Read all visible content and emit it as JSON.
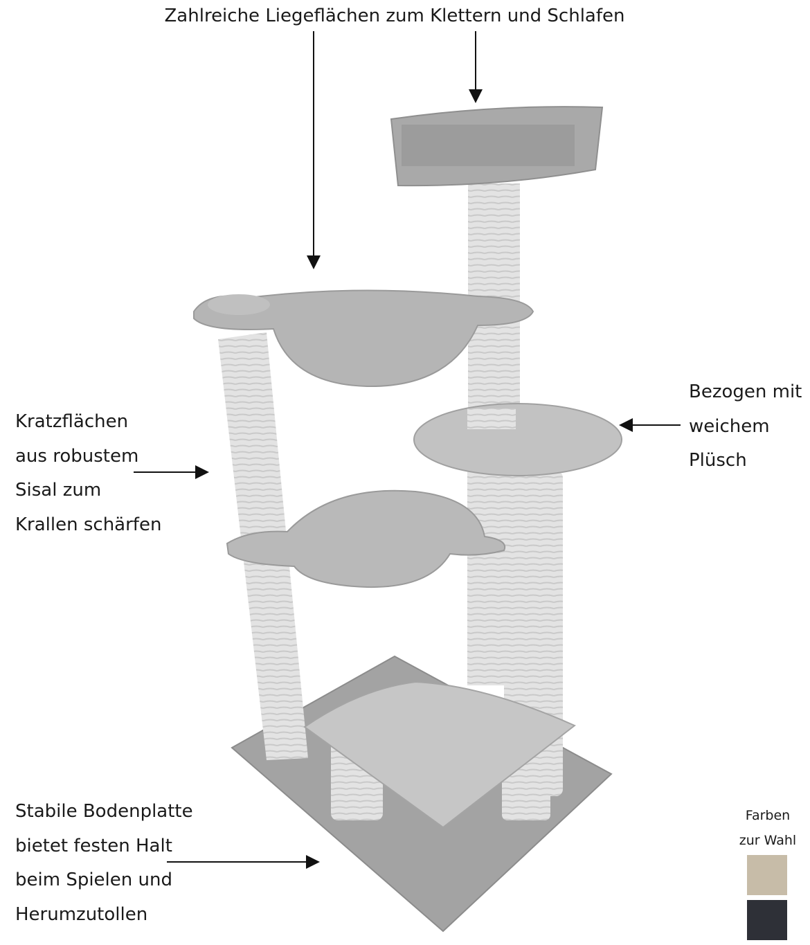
{
  "annotations": {
    "top": "Zahlreiche Liegeflächen zum Klettern und Schlafen",
    "left": [
      "Kratzflächen",
      "aus robustem",
      "Sisal zum",
      "Krallen schärfen"
    ],
    "right": [
      "Bezogen mit",
      "weichem",
      "Plüsch"
    ],
    "bottom": [
      "Stabile Bodenplatte",
      "bietet festen Halt",
      "beim Spielen und",
      "Herumzutollen"
    ]
  },
  "color_options": {
    "title": [
      "Farben",
      "zur Wahl"
    ],
    "swatches": [
      {
        "name": "beige",
        "color": "#c7bca8"
      },
      {
        "name": "dark-grey",
        "color": "#2e3037"
      }
    ]
  },
  "colors": {
    "plush": "#a9a9a9",
    "plush_light": "#c4c4c4",
    "sisal": "#e4e4e4",
    "arrow": "#111111"
  }
}
